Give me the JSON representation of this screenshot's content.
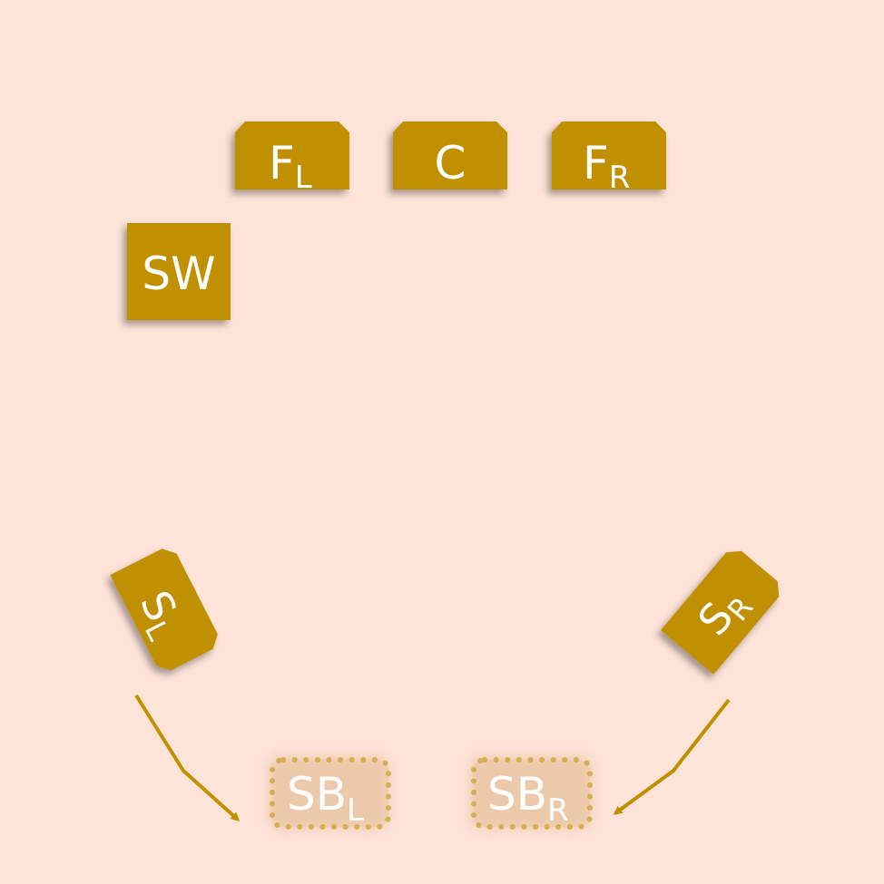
{
  "colors": {
    "background": "#fde3d8",
    "speaker": "#c09000",
    "speaker_text": "#ffffff",
    "optional_fill": "#e9c9a8"
  },
  "speakers": {
    "front_left": {
      "main": "F",
      "sub": "L"
    },
    "center": {
      "main": "C",
      "sub": ""
    },
    "front_right": {
      "main": "F",
      "sub": "R"
    },
    "subwoofer": {
      "main": "SW",
      "sub": ""
    },
    "surround_left": {
      "main": "S",
      "sub": "L"
    },
    "surround_right": {
      "main": "S",
      "sub": "R"
    },
    "surround_back_left": {
      "main": "SB",
      "sub": "L"
    },
    "surround_back_right": {
      "main": "SB",
      "sub": "R"
    }
  }
}
